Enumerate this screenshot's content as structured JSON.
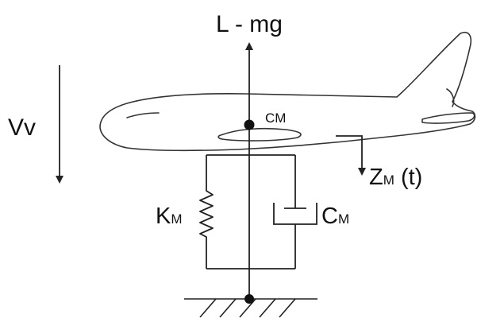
{
  "labels": {
    "force": "L - mg",
    "velocity": "Vv",
    "center_of_mass": "CM",
    "displacement_main": "Z",
    "displacement_sub": "M",
    "displacement_arg": " (t)",
    "stiffness_main": "K",
    "stiffness_sub": "M",
    "damping_main": "C",
    "damping_sub": "M"
  },
  "colors": {
    "line": "#222222",
    "text": "#111111",
    "background": "#ffffff"
  }
}
